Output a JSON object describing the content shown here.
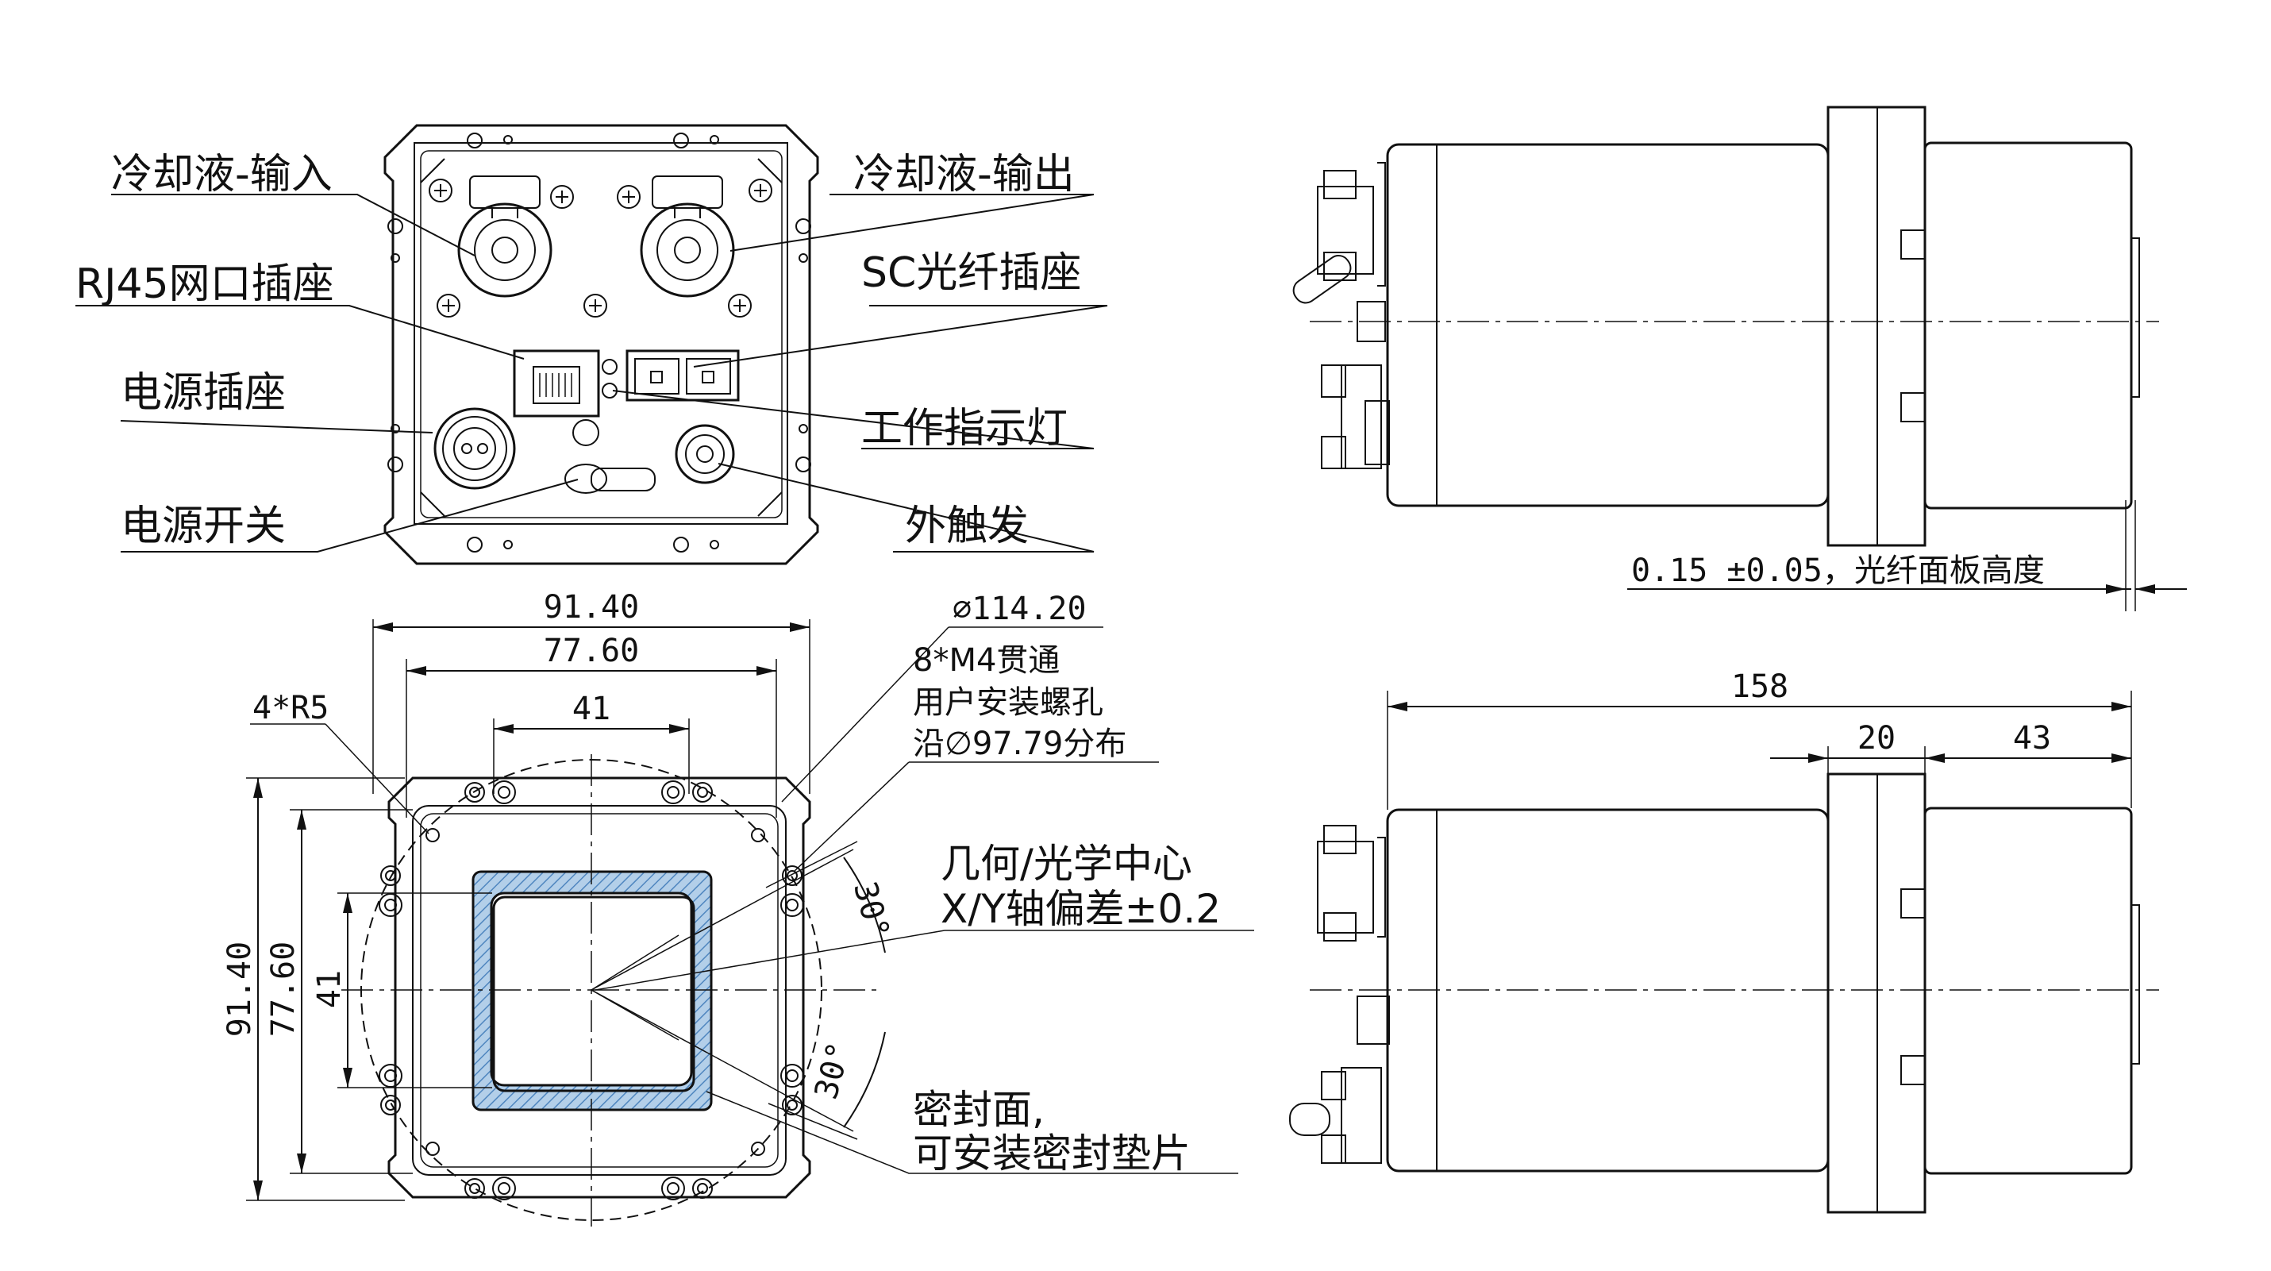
{
  "labels": {
    "coolant_in": "冷却液-输入",
    "coolant_out": "冷却液-输出",
    "rj45": "RJ45网口插座",
    "sc_fiber": "SC光纤插座",
    "power_socket": "电源插座",
    "indicator": "工作指示灯",
    "power_switch": "电源开关",
    "ext_trigger": "外触发",
    "fiber_panel_height": "0.15 ±0.05，光纤面板高度",
    "mount_holes_1": "8*M4贯通",
    "mount_holes_2": "用户安装螺孔",
    "mount_holes_3": "沿∅97.79分布",
    "center_1": "几何/光学中心",
    "center_2": "X/Y轴偏差±0.2",
    "seal_1": "密封面,",
    "seal_2": "可安装密封垫片"
  },
  "dims": {
    "w_outer": "91.40",
    "w_inner": "77.60",
    "w_41": "41",
    "dia": "∅114.20",
    "r": "4*R5",
    "h_outer": "91.40",
    "h_inner": "77.60",
    "h_41": "41",
    "ang1": "30°",
    "ang2": "30°",
    "len_158": "158",
    "len_20": "20",
    "len_43": "43"
  },
  "colors": {
    "seal_fill": "#a9c8e6"
  }
}
